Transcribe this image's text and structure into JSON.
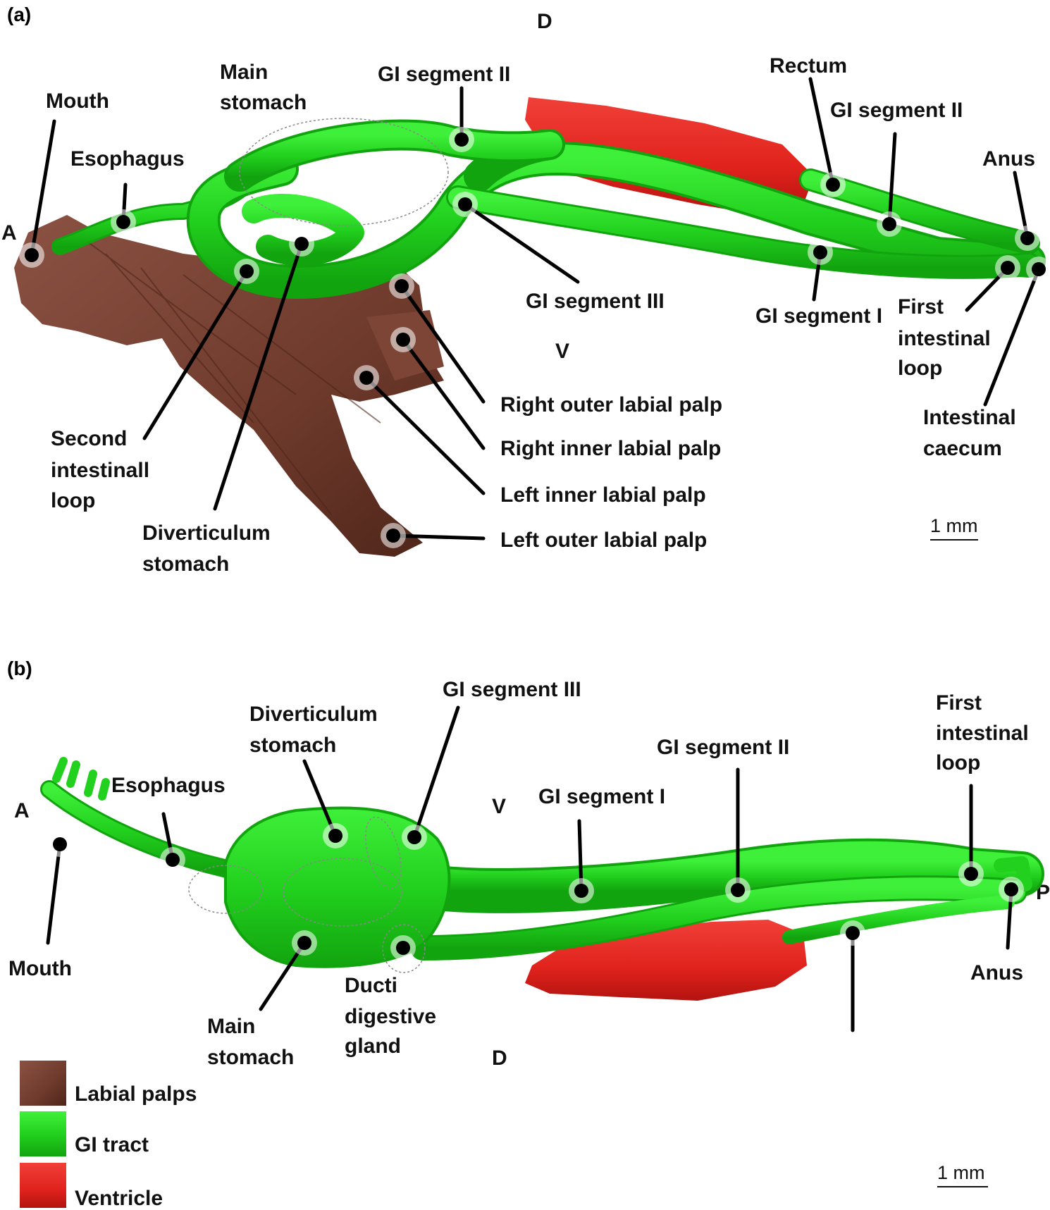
{
  "panels": [
    {
      "id": "a",
      "tag": "(a)",
      "orientation": {
        "top": "D",
        "bottom": "V",
        "left": "A"
      },
      "scale_bar": "1 mm",
      "labels": {
        "mouth": "Mouth",
        "esophagus": "Esophagus",
        "main_stomach_1": "Main",
        "main_stomach_2": "stomach",
        "gi_segment_ii_left": "GI segment II",
        "rectum": "Rectum",
        "gi_segment_ii_right": "GI segment II",
        "anus": "Anus",
        "gi_segment_iii": "GI segment III",
        "gi_segment_i": "GI segment I",
        "first_loop_1": "First",
        "first_loop_2": "intestinal",
        "first_loop_3": "loop",
        "caecum_1": "Intestinal",
        "caecum_2": "caecum",
        "right_outer_palp": "Right outer labial palp",
        "right_inner_palp": "Right inner labial palp",
        "left_inner_palp": "Left inner labial palp",
        "left_outer_palp": "Left outer labial palp",
        "second_loop_1": "Second",
        "second_loop_2": "intestinall",
        "second_loop_3": "loop",
        "diverticulum_1": "Diverticulum",
        "diverticulum_2": "stomach"
      }
    },
    {
      "id": "b",
      "tag": "(b)",
      "orientation": {
        "top": "V",
        "bottom": "D",
        "left": "A",
        "right": "P"
      },
      "scale_bar": "1 mm",
      "labels": {
        "esophagus": "Esophagus",
        "mouth": "Mouth",
        "diverticulum_1": "Diverticulum",
        "diverticulum_2": "stomach",
        "gi_segment_iii": "GI segment III",
        "gi_segment_i": "GI segment I",
        "gi_segment_ii": "GI segment II",
        "first_loop_1": "First",
        "first_loop_2": "intestinal",
        "first_loop_3": "loop",
        "anus": "Anus",
        "main_stomach_1": "Main",
        "main_stomach_2": "stomach",
        "ducti_1": "Ducti",
        "ducti_2": "digestive",
        "ducti_3": "gland"
      }
    }
  ],
  "legend": [
    {
      "label": "Labial palps",
      "color": "#6e3a2c"
    },
    {
      "label": "GI tract",
      "color": "#22d11e"
    },
    {
      "label": "Ventricle",
      "color": "#e0221c"
    }
  ],
  "colors": {
    "gi_tract": "#22d11e",
    "gi_tract_dark": "#12a40f",
    "labial_palps": "#6e3a2c",
    "ventricle": "#e0221c"
  }
}
